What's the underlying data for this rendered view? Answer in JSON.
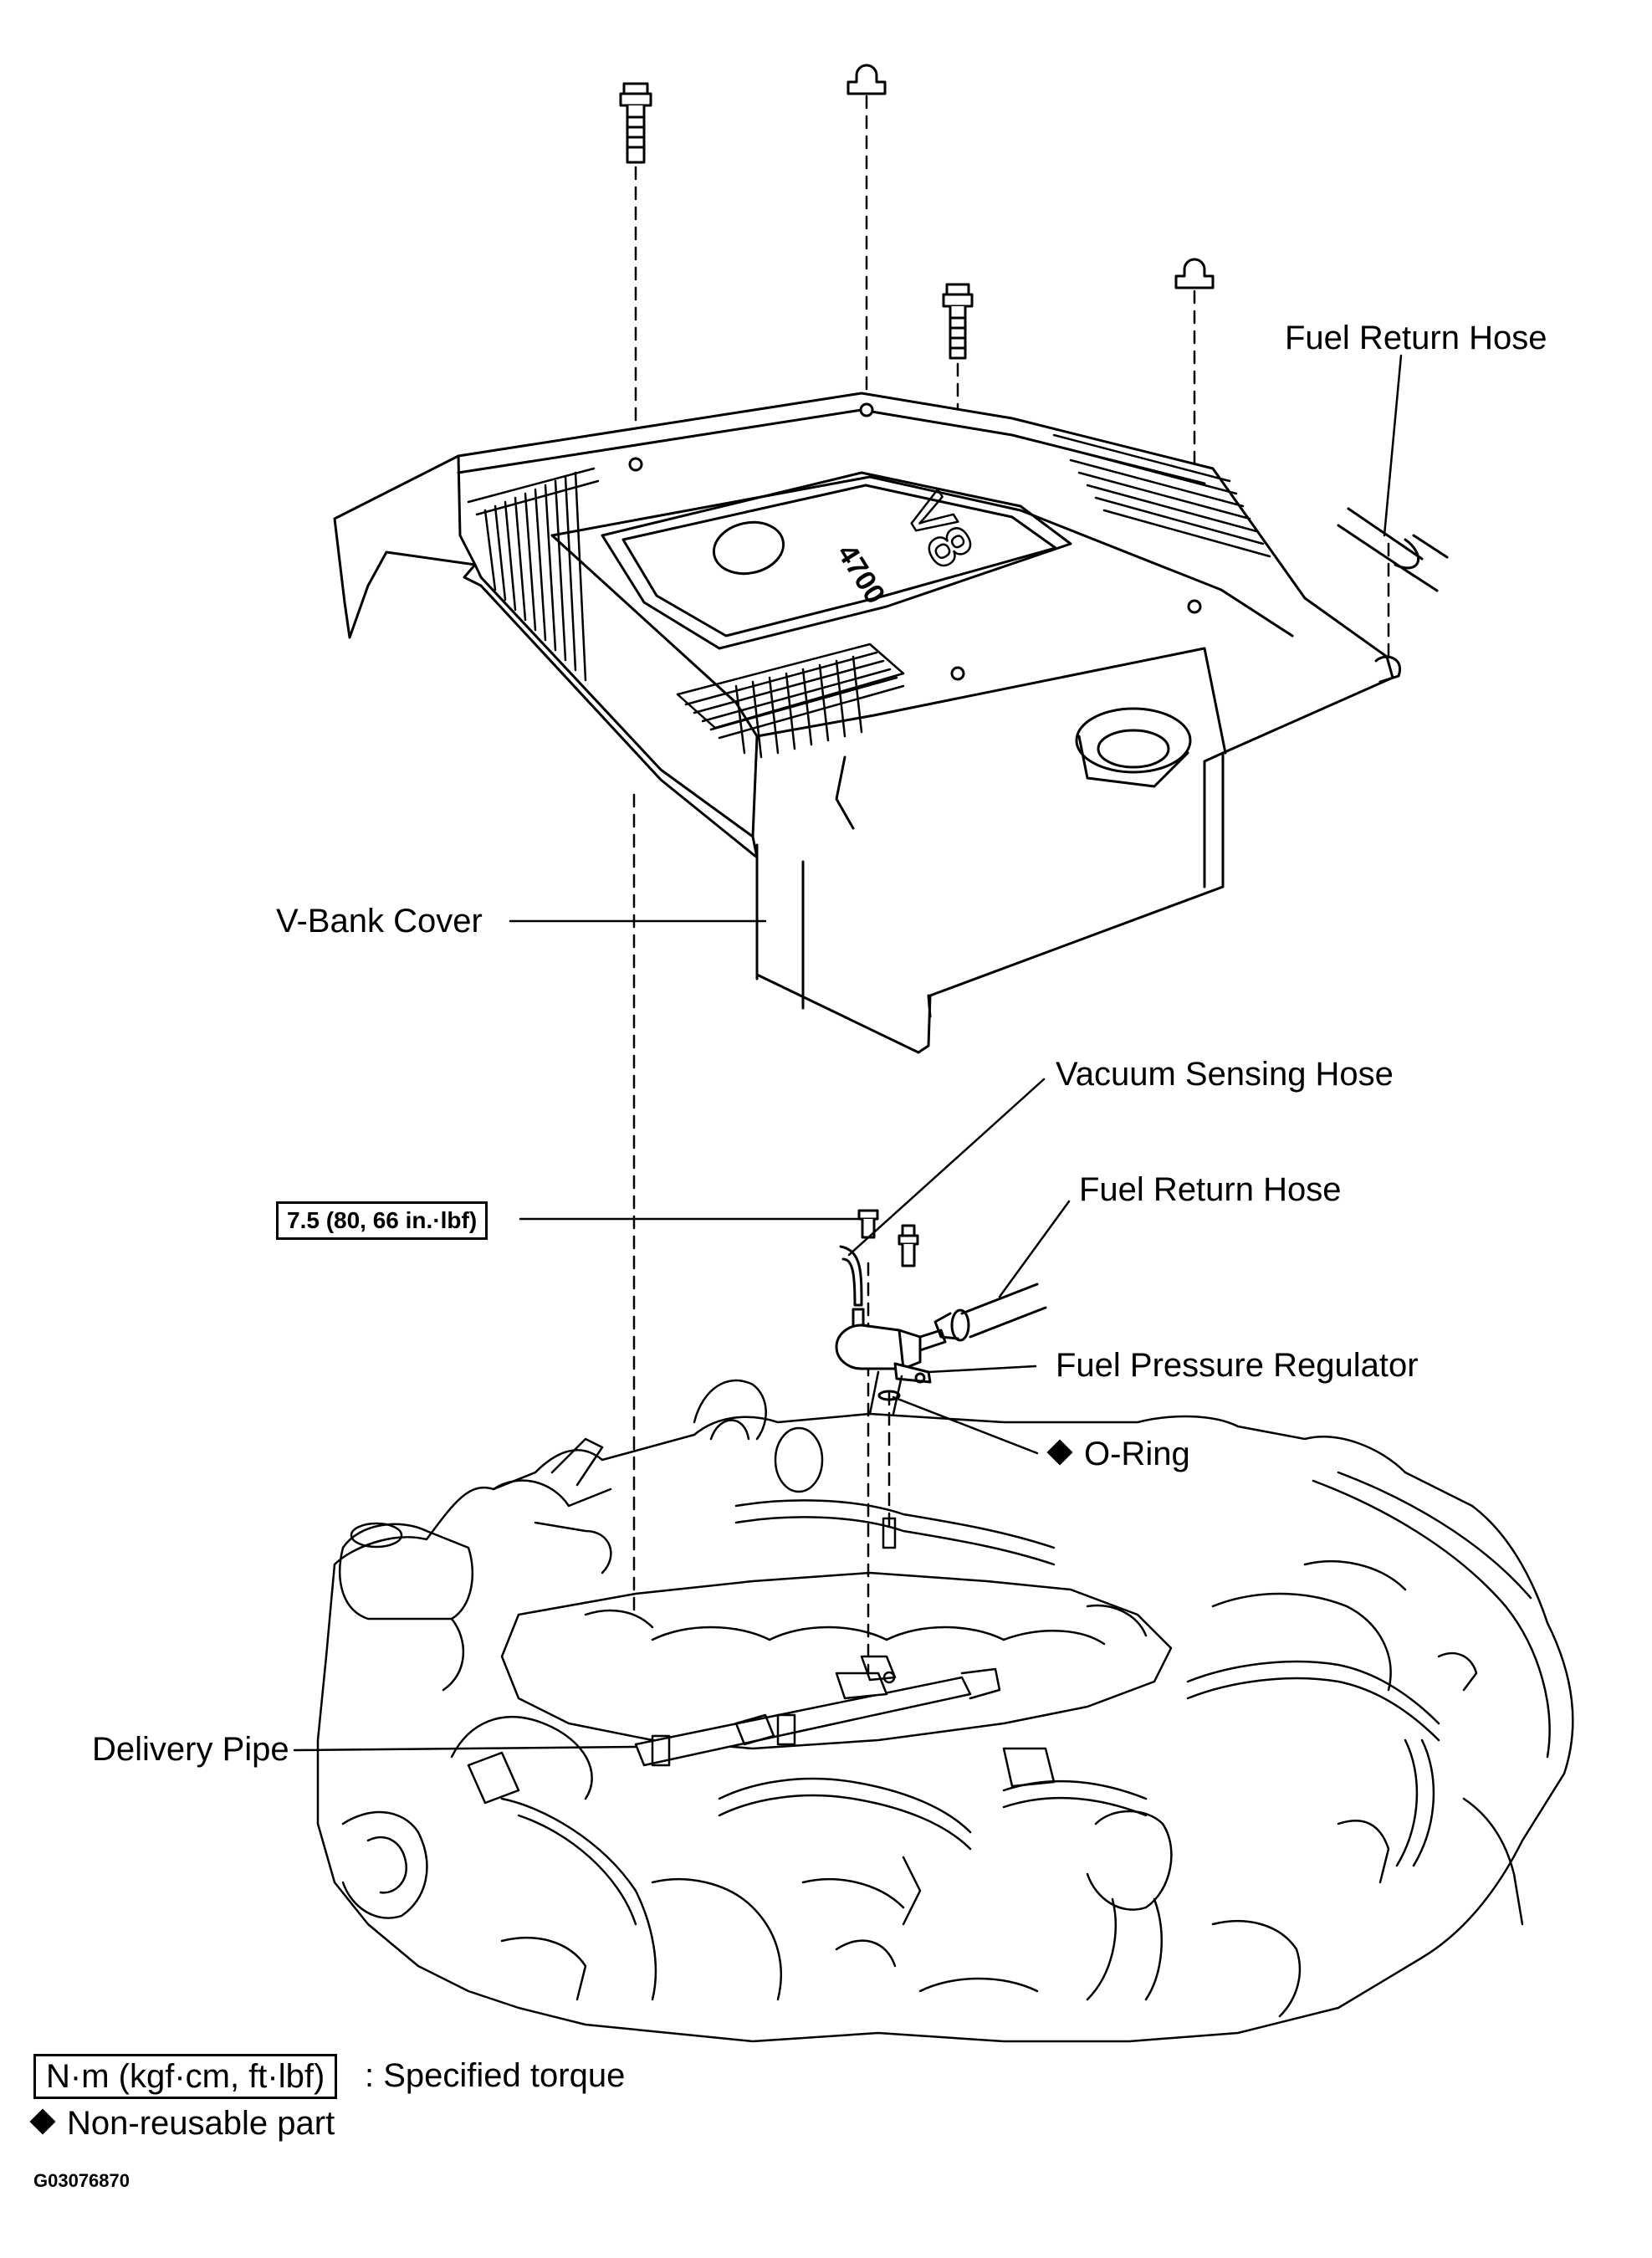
{
  "labels": {
    "fuel_return_hose_top": "Fuel Return Hose",
    "v_bank_cover": "V-Bank  Cover",
    "vacuum_sensing_hose": "Vacuum Sensing Hose",
    "fuel_return_hose_lower": "Fuel Return Hose",
    "fuel_pressure_regulator": "Fuel Pressure Regulator",
    "o_ring": "O-Ring",
    "delivery_pipe": "Delivery Pipe"
  },
  "torque": "7.5 (80, 66 in.·lbf)",
  "cover_badge": {
    "model": "V8",
    "displacement": "4700"
  },
  "legend": {
    "torque_unit": "N·m (kgf·cm, ft·lbf)",
    "torque_desc": ": Specified torque",
    "non_reusable": "Non-reusable part"
  },
  "figure_code": "G03076870"
}
